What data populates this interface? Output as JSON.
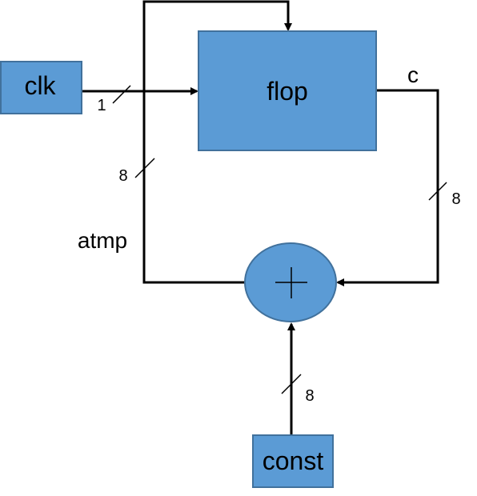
{
  "blocks": {
    "clk": "clk",
    "flop": "flop",
    "const": "const",
    "adder_symbol": "+"
  },
  "signals": {
    "c": "c",
    "atmp": "atmp"
  },
  "bus_widths": {
    "clk_in": "1",
    "feedback": "8",
    "flop_out": "8",
    "const_in": "8"
  },
  "colors": {
    "block_fill": "#5b9bd5",
    "block_stroke": "#41719c",
    "wire": "#000000"
  }
}
